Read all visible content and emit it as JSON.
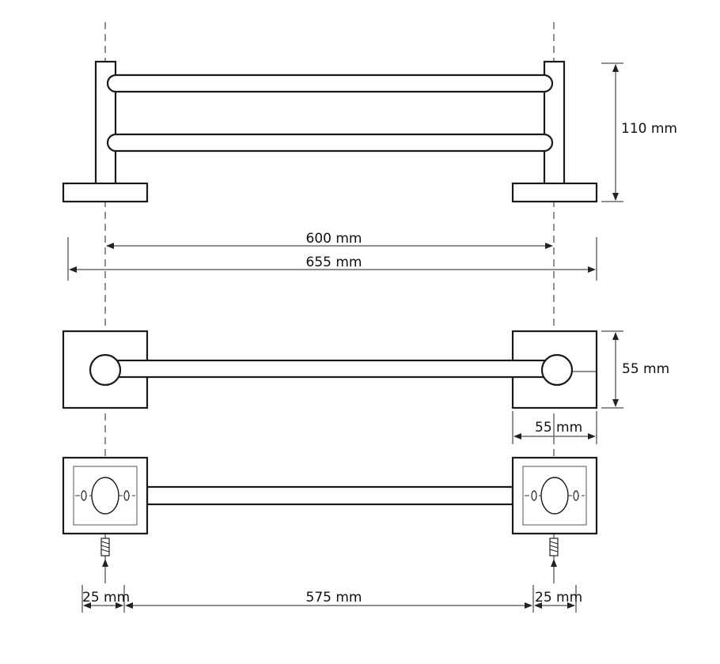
{
  "dimensions": {
    "height_top": "110 mm",
    "center_distance": "600 mm",
    "overall_length": "655 mm",
    "base_height": "55 mm",
    "base_width": "55 mm",
    "edge_offset_left": "25 mm",
    "inner_length": "575 mm",
    "edge_offset_right": "25 mm"
  }
}
